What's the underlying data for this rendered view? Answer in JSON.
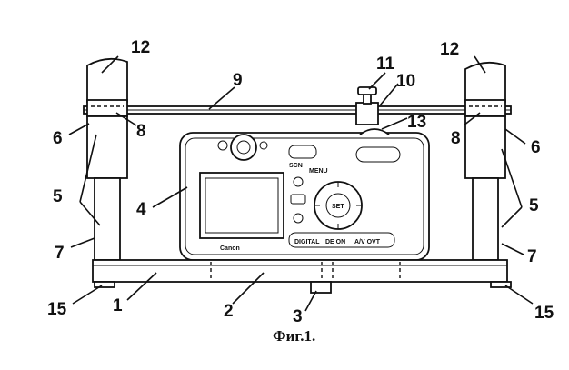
{
  "figure": {
    "caption": "Фиг.1.",
    "camera_brand": "Canon",
    "camera_texts": {
      "menu": "MENU",
      "set": "SET",
      "digital": "DIGITAL",
      "de_on": "DE ON",
      "av_ovt": "A/V OVT",
      "scn": "SCN"
    },
    "labels": {
      "l1": "1",
      "l2": "2",
      "l3": "3",
      "l4": "4",
      "l5_left": "5",
      "l5_right": "5",
      "l6_left": "6",
      "l6_right": "6",
      "l7_left": "7",
      "l7_right": "7",
      "l8_left": "8",
      "l8_right": "8",
      "l9": "9",
      "l10": "10",
      "l11": "11",
      "l12_left": "12",
      "l12_right": "12",
      "l13": "13",
      "l15_left": "15",
      "l15_right": "15"
    }
  }
}
